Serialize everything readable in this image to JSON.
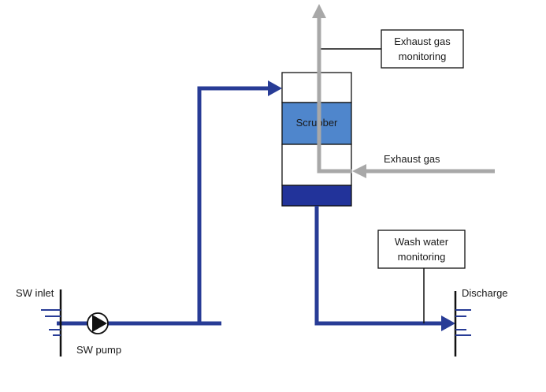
{
  "colors": {
    "water_line": "#283c96",
    "exhaust_line": "#a8a8a8",
    "scrubber_fill": "#4f86cc",
    "bottom_band": "#22339a",
    "outline": "#111111"
  },
  "labels": {
    "sw_inlet": "SW inlet",
    "sw_pump": "SW pump",
    "scrubber": "Scrubber",
    "exhaust_gas": "Exhaust gas",
    "exhaust_monitoring_1": "Exhaust gas",
    "exhaust_monitoring_2": "monitoring",
    "wash_monitoring_1": "Wash water",
    "wash_monitoring_2": "monitoring",
    "discharge": "Discharge"
  },
  "icons": {
    "pump": "pump-icon",
    "inlet": "sea-inlet-icon",
    "outlet": "sea-outlet-icon"
  }
}
